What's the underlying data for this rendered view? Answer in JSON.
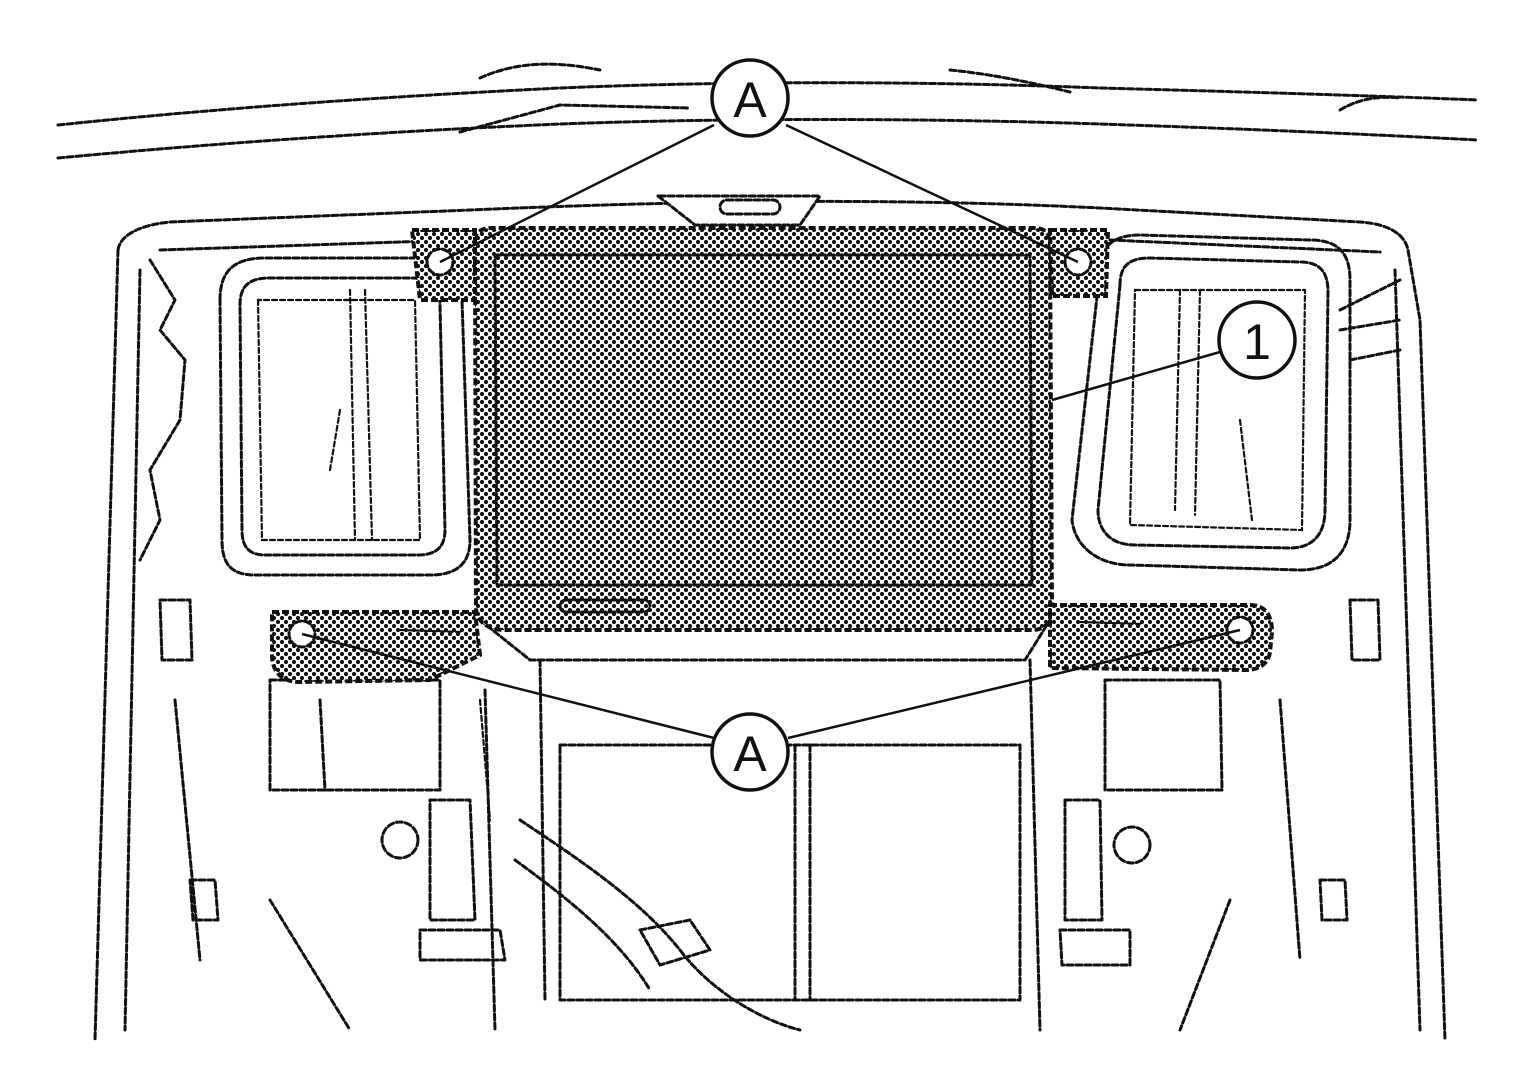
{
  "figure": {
    "callouts": [
      {
        "id": "top",
        "label": "A"
      },
      {
        "id": "bottom",
        "label": "A"
      },
      {
        "id": "part",
        "label": "1"
      }
    ]
  },
  "colors": {
    "line": "#111111",
    "background": "#ffffff"
  }
}
